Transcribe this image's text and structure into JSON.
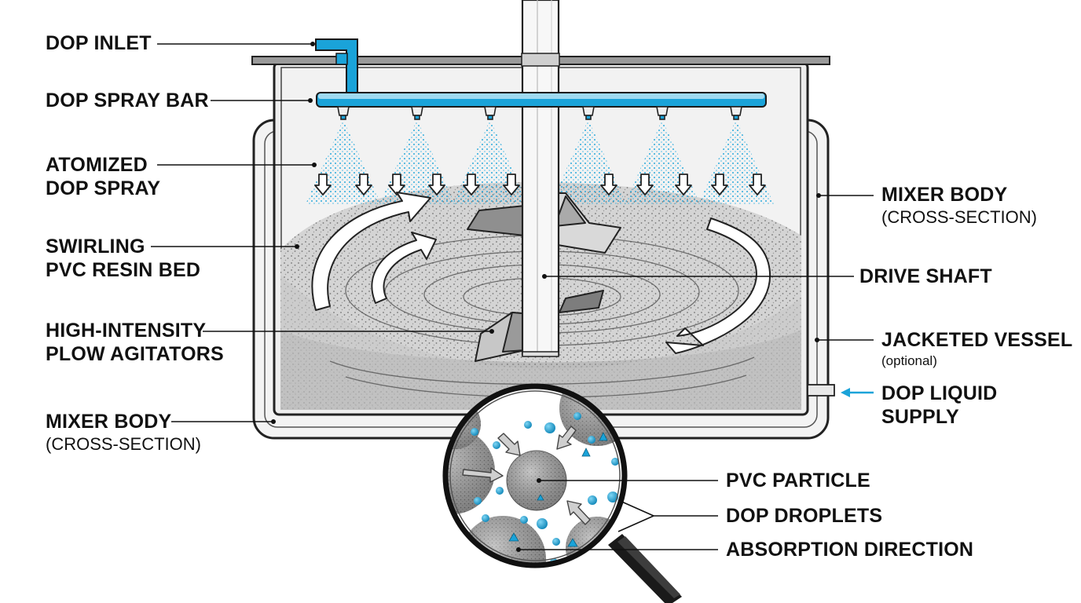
{
  "colors": {
    "dop_blue": "#1aa3d9",
    "resin_gray": "#c9c9c9",
    "vessel_fill": "#ececec",
    "jacket_fill": "#f4f4f4",
    "line": "#111111"
  },
  "labels": {
    "dop_inlet": "DOP INLET",
    "dop_spray_bar": "DOP SPRAY BAR",
    "atomized_1": "ATOMIZED",
    "atomized_2": "DOP SPRAY",
    "swirling_1": "SWIRLING",
    "swirling_2": "PVC RESIN BED",
    "plow_1": "HIGH-INTENSITY",
    "plow_2": "PLOW AGITATORS",
    "mixer_body_left_1": "MIXER BODY",
    "mixer_body_left_2": "(CROSS-SECTION)",
    "mixer_body_right_1": "MIXER BODY",
    "mixer_body_right_2": "(CROSS-SECTION)",
    "drive_shaft": "DRIVE SHAFT",
    "jacketed_1": "JACKETED VESSEL",
    "jacketed_2": "(optional)",
    "supply_1": "DOP LIQUID",
    "supply_2": "SUPPLY",
    "pvc_particle": "PVC PARTICLE",
    "dop_droplets": "DOP DROPLETS",
    "absorption": "ABSORPTION DIRECTION"
  },
  "icons": {
    "magnifier": "magnifying-glass-icon",
    "nozzle": "spray-nozzle-icon",
    "flow_arrow": "flow-arrow-icon"
  }
}
